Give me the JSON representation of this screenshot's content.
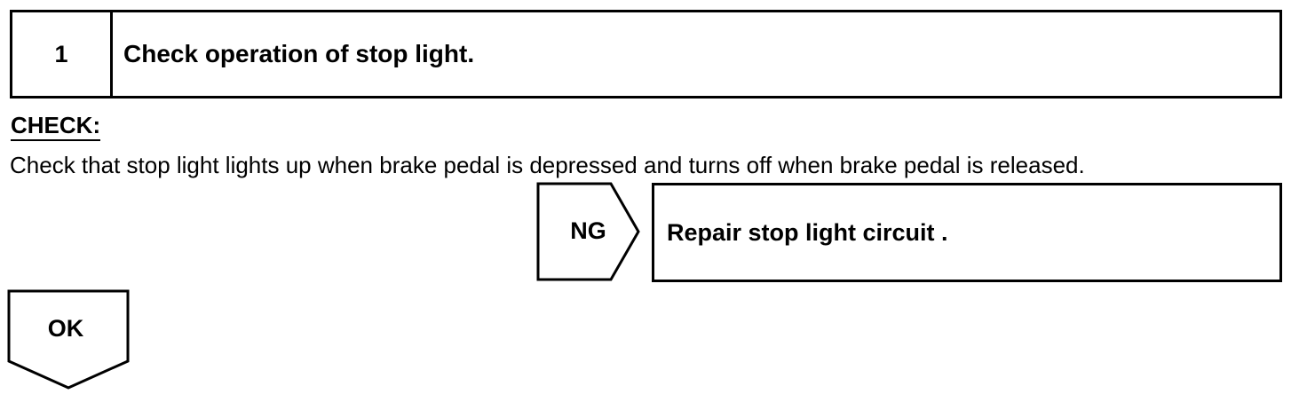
{
  "step": {
    "number": "1",
    "title": "Check operation of stop light."
  },
  "check": {
    "heading": "CHECK:",
    "text": "Check that stop light lights up when brake pedal is depressed and turns off when brake pedal is released."
  },
  "ng_branch": {
    "label": "NG",
    "action": "Repair stop light circuit ."
  },
  "ok_branch": {
    "label": "OK"
  }
}
